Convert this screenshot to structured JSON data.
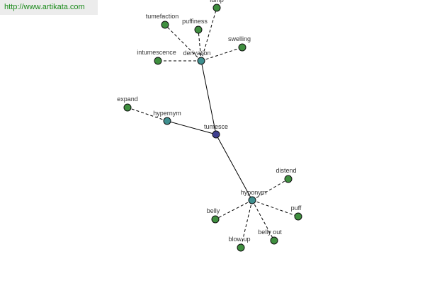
{
  "watermark": "http://www.artikata.com",
  "colors": {
    "center": "#3f3f8f",
    "relation": "#3f8f8f",
    "leaf": "#3f8f3f",
    "stroke": "#111111"
  },
  "graph": {
    "nodes": [
      {
        "id": "tumesce",
        "label": "tumesce",
        "kind": "center"
      },
      {
        "id": "derivation",
        "label": "derivation",
        "kind": "relation"
      },
      {
        "id": "hypernym",
        "label": "hypernym",
        "kind": "relation"
      },
      {
        "id": "hyponym",
        "label": "hyponym",
        "kind": "relation"
      },
      {
        "id": "lump",
        "label": "lump",
        "kind": "leaf"
      },
      {
        "id": "tumefaction",
        "label": "tumefaction",
        "kind": "leaf"
      },
      {
        "id": "puffiness",
        "label": "puffiness",
        "kind": "leaf"
      },
      {
        "id": "swelling",
        "label": "swelling",
        "kind": "leaf"
      },
      {
        "id": "intumescence",
        "label": "intumescence",
        "kind": "leaf"
      },
      {
        "id": "expand",
        "label": "expand",
        "kind": "leaf"
      },
      {
        "id": "distend",
        "label": "distend",
        "kind": "leaf"
      },
      {
        "id": "belly",
        "label": "belly",
        "kind": "leaf"
      },
      {
        "id": "puff",
        "label": "puff",
        "kind": "leaf"
      },
      {
        "id": "belly-out",
        "label": "belly out",
        "kind": "leaf"
      },
      {
        "id": "blow-up",
        "label": "blow up",
        "kind": "leaf"
      }
    ],
    "edges": [
      {
        "from": "tumesce",
        "to": "derivation",
        "style": "solid"
      },
      {
        "from": "tumesce",
        "to": "hypernym",
        "style": "solid"
      },
      {
        "from": "tumesce",
        "to": "hyponym",
        "style": "solid"
      },
      {
        "from": "derivation",
        "to": "lump",
        "style": "dashed"
      },
      {
        "from": "derivation",
        "to": "tumefaction",
        "style": "dashed"
      },
      {
        "from": "derivation",
        "to": "puffiness",
        "style": "dashed"
      },
      {
        "from": "derivation",
        "to": "swelling",
        "style": "dashed"
      },
      {
        "from": "derivation",
        "to": "intumescence",
        "style": "dashed"
      },
      {
        "from": "hypernym",
        "to": "expand",
        "style": "dashed"
      },
      {
        "from": "hyponym",
        "to": "distend",
        "style": "dashed"
      },
      {
        "from": "hyponym",
        "to": "belly",
        "style": "dashed"
      },
      {
        "from": "hyponym",
        "to": "puff",
        "style": "dashed"
      },
      {
        "from": "hyponym",
        "to": "belly-out",
        "style": "dashed"
      },
      {
        "from": "hyponym",
        "to": "blow-up",
        "style": "dashed"
      }
    ]
  }
}
